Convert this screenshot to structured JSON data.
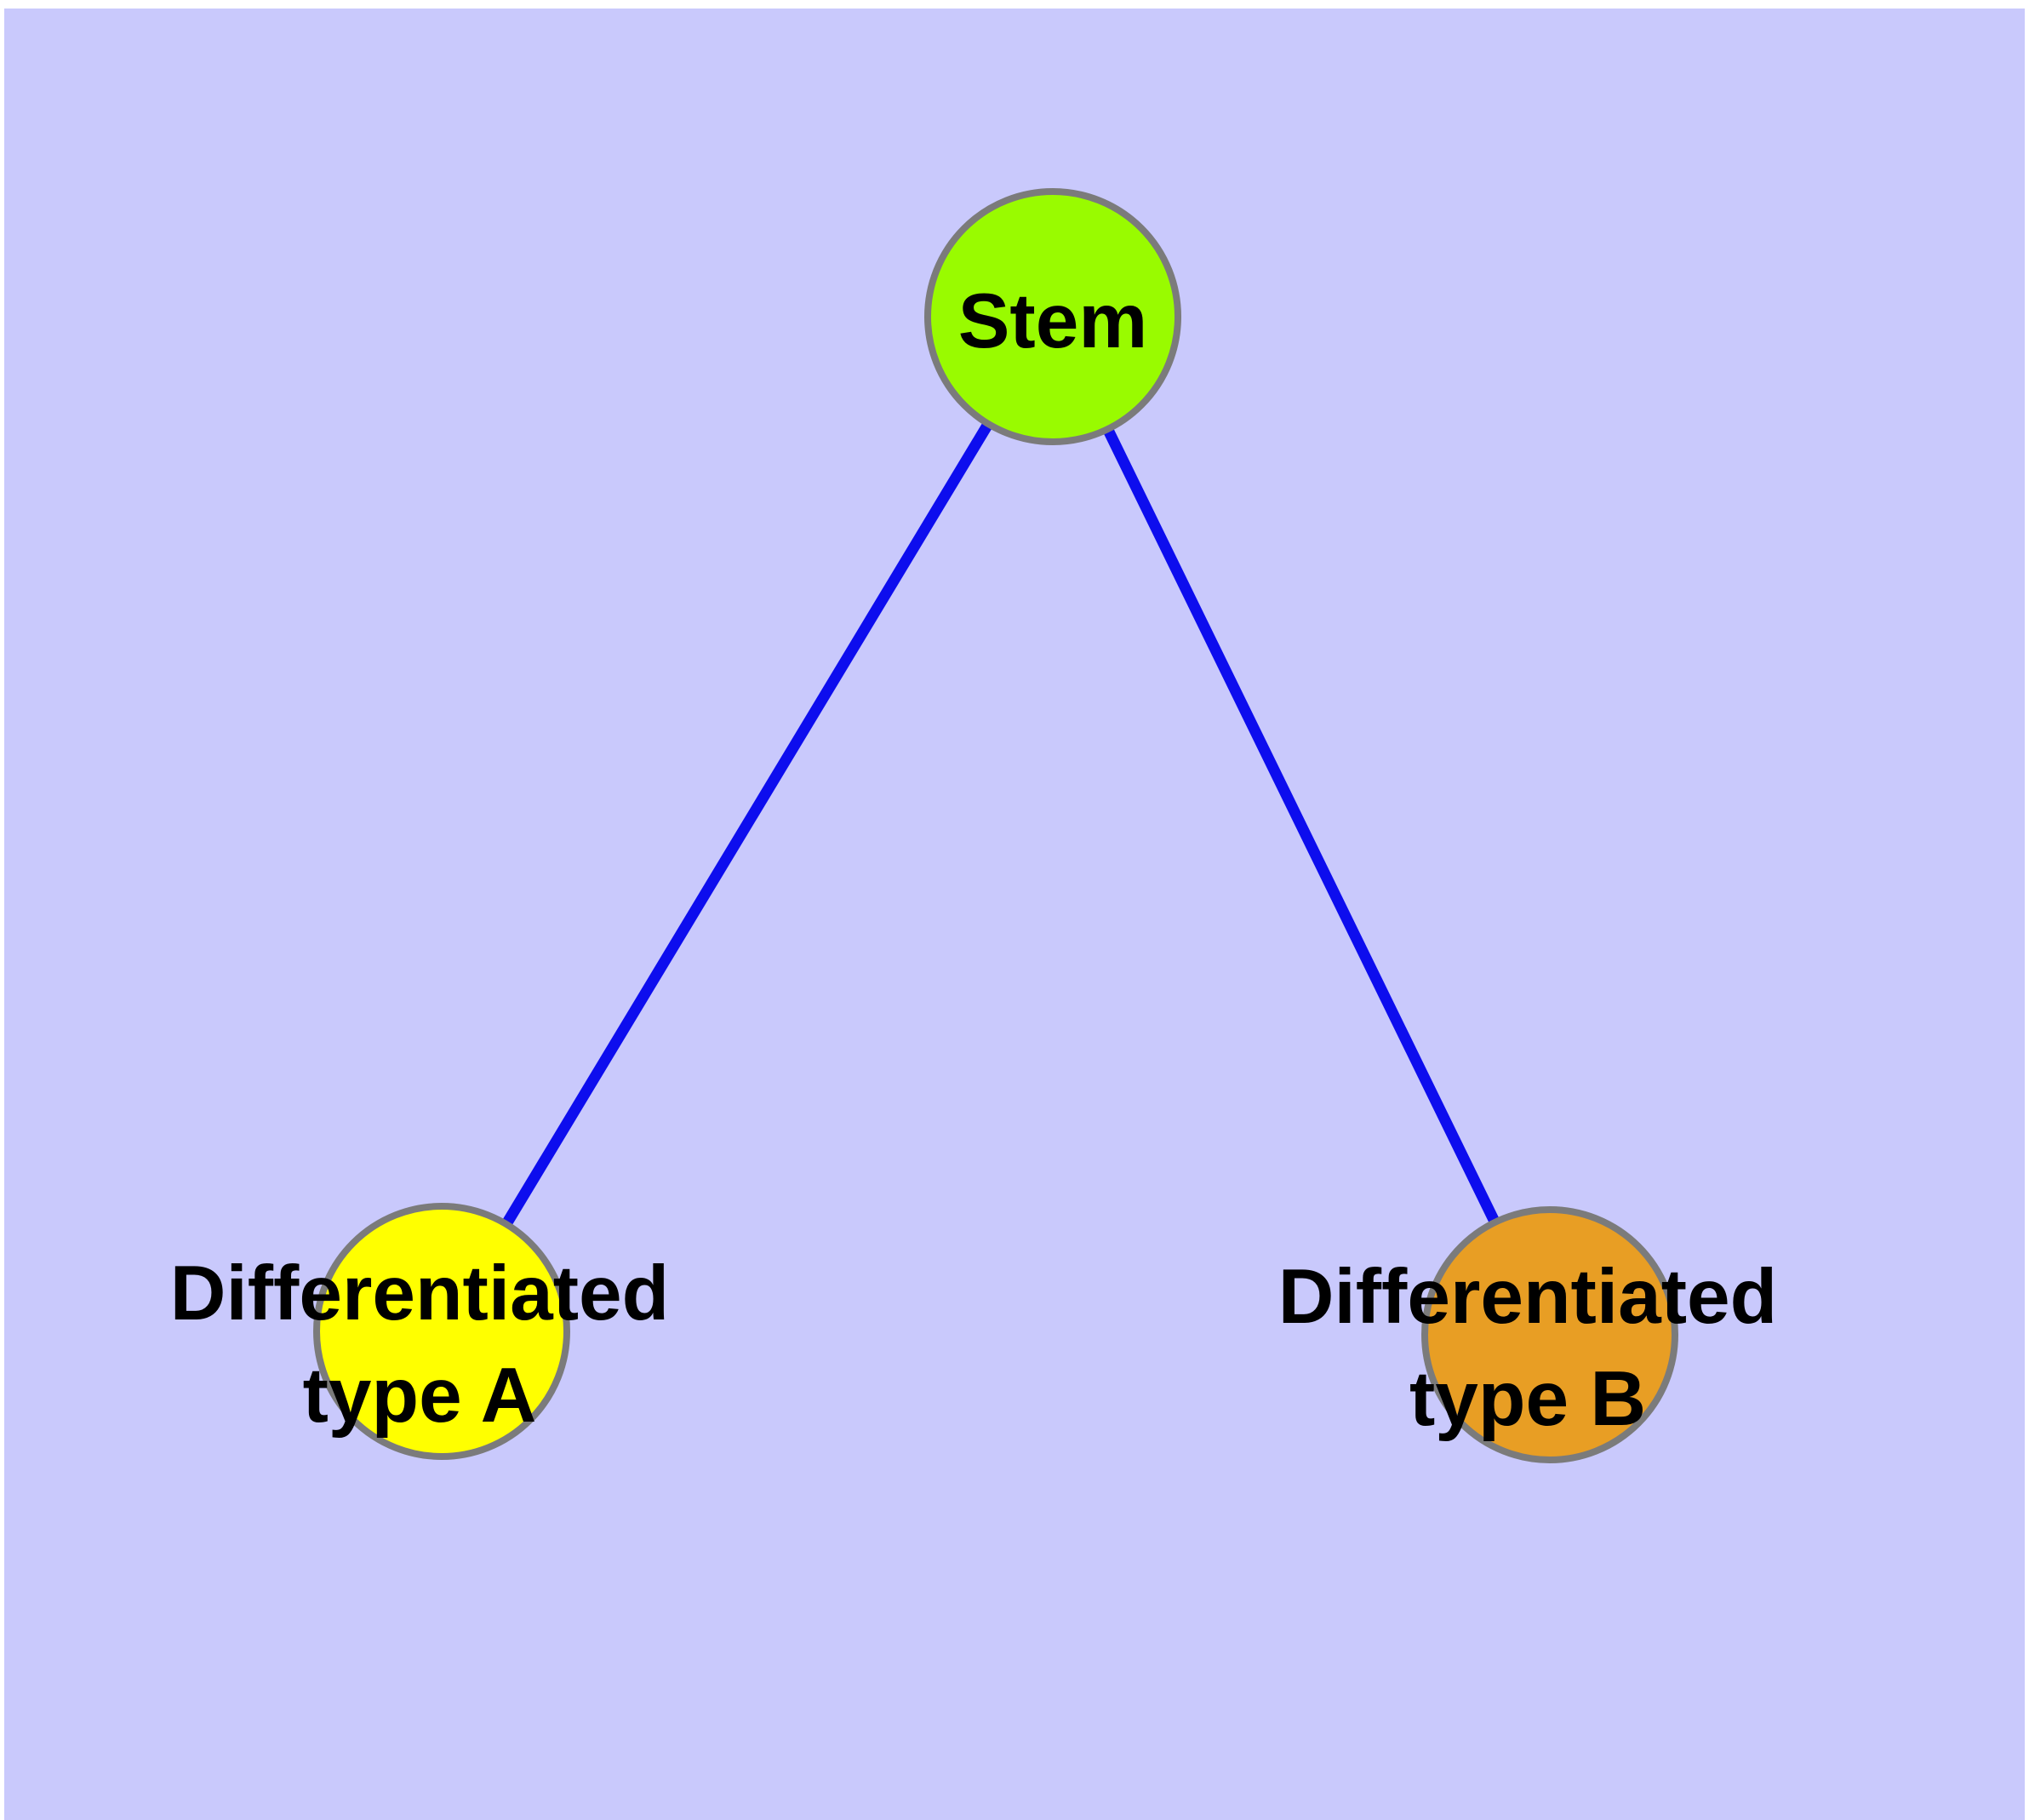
{
  "diagram": {
    "type": "graph",
    "description": "Stem cell differentiation tree: one stem node connected to two differentiated cell-type nodes",
    "background_color": "#C9C9FC",
    "page_frame_color": "#FFFFFF",
    "edge_color": "#0D0DEE",
    "node_border_color": "#7B7B7B",
    "label_color": "#000000",
    "nodes": [
      {
        "id": "stem",
        "label": "Stem",
        "fill": "#99FB00"
      },
      {
        "id": "differentiated-type-a",
        "label_line1": "Differentiated",
        "label_line2": "type A",
        "fill": "#FFFF00"
      },
      {
        "id": "differentiated-type-b",
        "label_line1": "Differentiated",
        "label_line2": "type B",
        "fill": "#E89E24"
      }
    ],
    "edges": [
      {
        "from": "stem",
        "to": "differentiated-type-a"
      },
      {
        "from": "stem",
        "to": "differentiated-type-b"
      }
    ]
  }
}
